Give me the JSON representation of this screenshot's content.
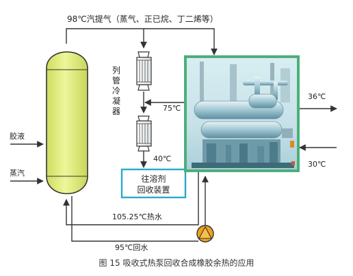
{
  "labels": {
    "top_vapor": "98℃汽提气（蒸气、正已烷、丁二烯等）",
    "tube_condenser": "列管冷凝器",
    "temp_75": "75℃",
    "temp_40": "40℃",
    "solvent_device_line1": "往溶剂",
    "solvent_device_line2": "回收装置",
    "glue_in": "胶液",
    "steam_in": "蒸汽",
    "hot_water": "105.25℃热水",
    "return_water": "95℃回水",
    "temp_36": "36℃",
    "temp_30": "30℃"
  },
  "caption": "图 15  吸收式热泵回收合成橡胶余热的应用",
  "colors": {
    "column_fill": "#e4ef82",
    "column_stroke": "#333333",
    "hp_border": "#4caf7a",
    "device_border": "#29a9c8",
    "pump_fill": "#f0a020",
    "line": "#333333"
  },
  "icons": {
    "pump": "pump-triangle-icon",
    "heat_exchanger": "shell-and-tube-icon"
  }
}
